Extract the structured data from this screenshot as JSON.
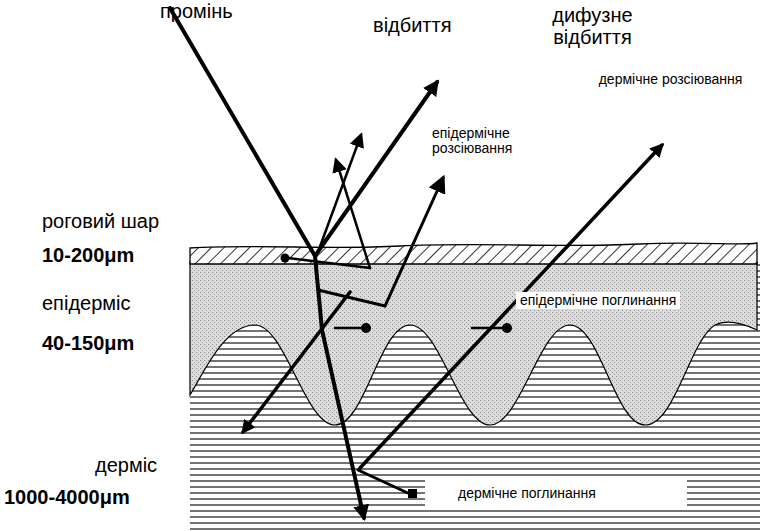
{
  "diagram": {
    "labels": [
      "промінь",
      "відбиття",
      "дифузне відбиття",
      "дермічне розсіювання",
      "епідермічне розсіювання",
      "роговий шар",
      "10-200μm",
      "епідерміс",
      "40-150μm",
      "епідермічне поглинання",
      "дерміс",
      "1000-4000μm",
      "дермічне поглинання"
    ]
  }
}
